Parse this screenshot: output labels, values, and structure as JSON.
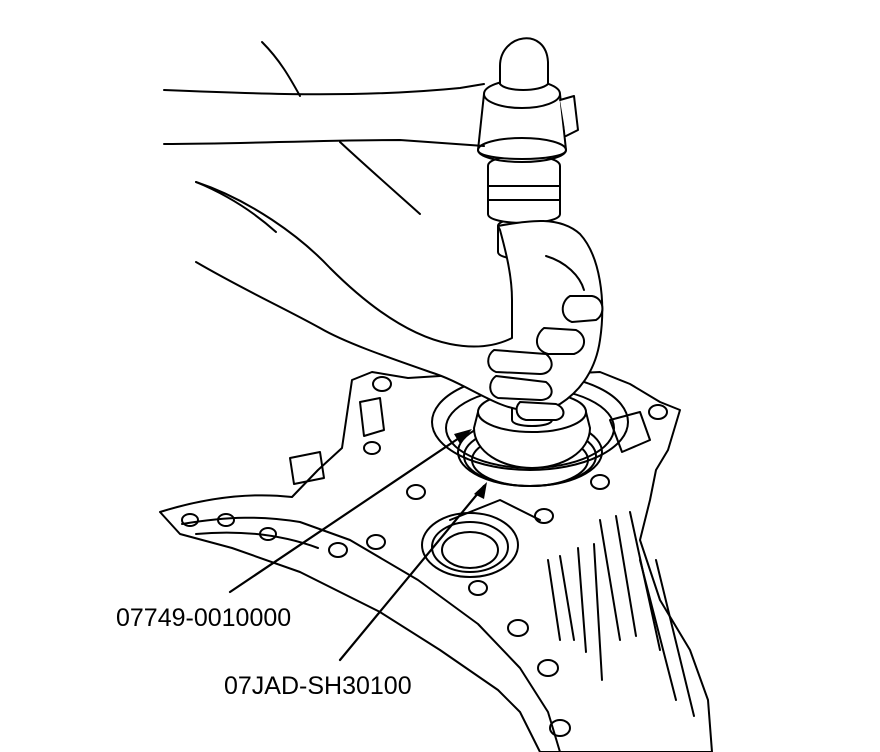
{
  "figure": {
    "callouts": [
      {
        "part_number": "07749-0010000",
        "target": "driver handle"
      },
      {
        "part_number": "07JAD-SH30100",
        "target": "seal driver attachment"
      }
    ],
    "colors": {
      "ink": "#000000",
      "paper": "#ffffff"
    }
  }
}
